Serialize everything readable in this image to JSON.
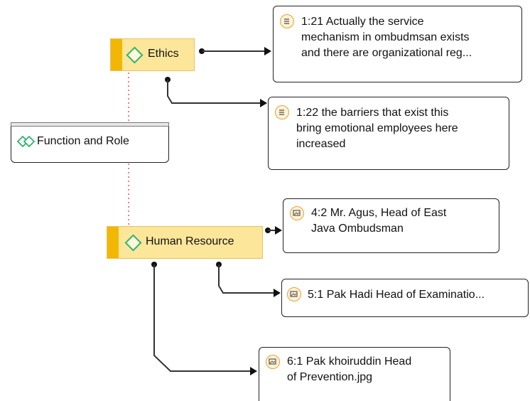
{
  "codes": {
    "ethics": {
      "label": "Ethics"
    },
    "human_resource": {
      "label": "Human Resource"
    }
  },
  "group": {
    "label": "Function and Role"
  },
  "quotations": [
    {
      "id": "q1",
      "icon": "text-document-icon",
      "lines": [
        "1:21 Actually the service",
        "mechanism in ombudmsan exists",
        "and there are organizational reg..."
      ]
    },
    {
      "id": "q2",
      "icon": "text-document-icon",
      "lines": [
        "1:22 the barriers that exist this",
        "bring emotional employees here",
        "increased"
      ]
    },
    {
      "id": "q3",
      "icon": "image-document-icon",
      "lines": [
        "4:2 Mr. Agus, Head of East",
        "Java Ombudsman"
      ]
    },
    {
      "id": "q4",
      "icon": "image-document-icon",
      "lines": [
        "5:1 Pak Hadi Head of Examinatio..."
      ]
    },
    {
      "id": "q5",
      "icon": "image-document-icon",
      "lines": [
        "6:1 Pak khoiruddin Head",
        "of Prevention.jpg"
      ]
    }
  ],
  "colors": {
    "code_fill": "#fbe69a",
    "code_bar": "#f2b705",
    "code_diamond": "#2fb36a",
    "group_link": "#f08080",
    "quote_icon_ring": "#e6a03a"
  }
}
